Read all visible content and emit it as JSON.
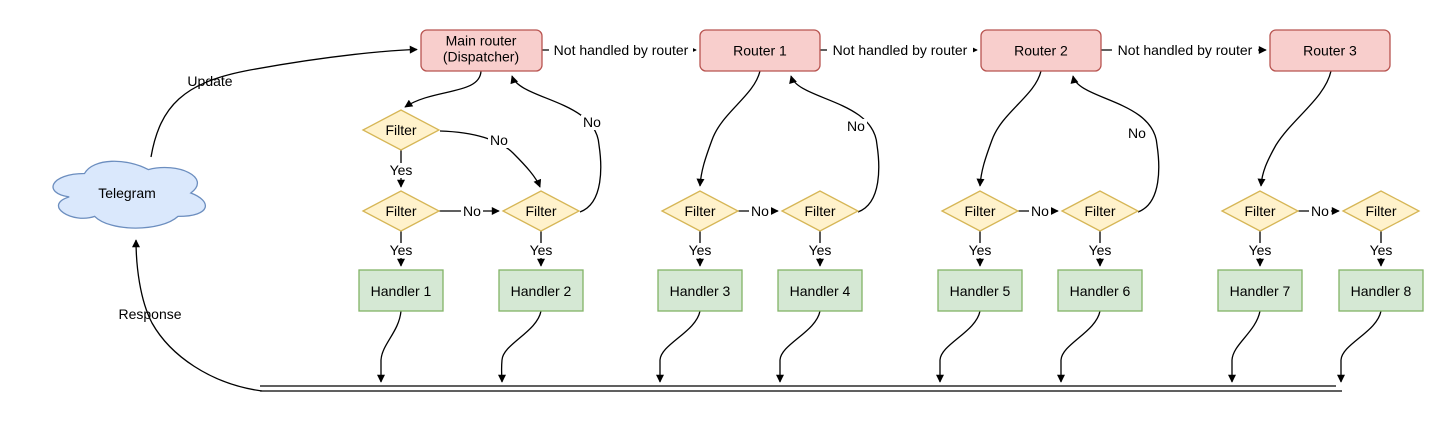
{
  "diagram": {
    "cloud": {
      "label": "Telegram"
    },
    "edge_labels": {
      "update": "Update",
      "response": "Response",
      "not_handled": "Not handled by router",
      "yes": "Yes",
      "no": "No"
    },
    "nodes": {
      "dispatcher": {
        "line1": "Main router",
        "line2": "(Dispatcher)"
      },
      "router1": "Router 1",
      "router2": "Router 2",
      "router3": "Router 3",
      "filter": "Filter",
      "handlers": [
        "Handler 1",
        "Handler 2",
        "Handler 3",
        "Handler 4",
        "Handler 5",
        "Handler 6",
        "Handler 7",
        "Handler 8"
      ]
    },
    "colors": {
      "cloud_fill": "#dae8fc",
      "cloud_stroke": "#6c8ebf",
      "router_fill": "#f8cecc",
      "router_stroke": "#b85450",
      "filter_fill": "#fff2cc",
      "filter_stroke": "#d6b656",
      "handler_fill": "#d5e8d4",
      "handler_stroke": "#82b366",
      "edge": "#000000"
    }
  }
}
